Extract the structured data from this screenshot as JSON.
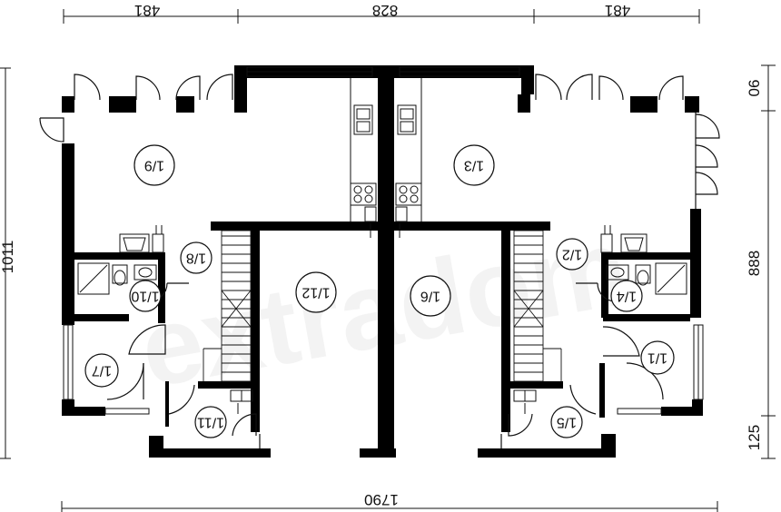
{
  "dimensions": {
    "top_left": "481",
    "top_middle": "828",
    "top_right": "481",
    "bottom": "1790",
    "left": "1011",
    "right_top": "06",
    "right_middle": "888",
    "right_bottom": "125"
  },
  "rooms": [
    {
      "id": "r19",
      "label": "1/9"
    },
    {
      "id": "r13",
      "label": "1/3"
    },
    {
      "id": "r18",
      "label": "1/8"
    },
    {
      "id": "r12",
      "label": "1/2"
    },
    {
      "id": "r112",
      "label": "1/12"
    },
    {
      "id": "r16",
      "label": "1/6"
    },
    {
      "id": "r110",
      "label": "1/10"
    },
    {
      "id": "r14",
      "label": "1/4"
    },
    {
      "id": "r17",
      "label": "1/7"
    },
    {
      "id": "r11",
      "label": "1/1"
    },
    {
      "id": "r111",
      "label": "1/11"
    },
    {
      "id": "r15",
      "label": "1/5"
    }
  ],
  "watermark": "extradom",
  "colors": {
    "wall": "#000000",
    "line": "#111111",
    "background": "#ffffff"
  }
}
